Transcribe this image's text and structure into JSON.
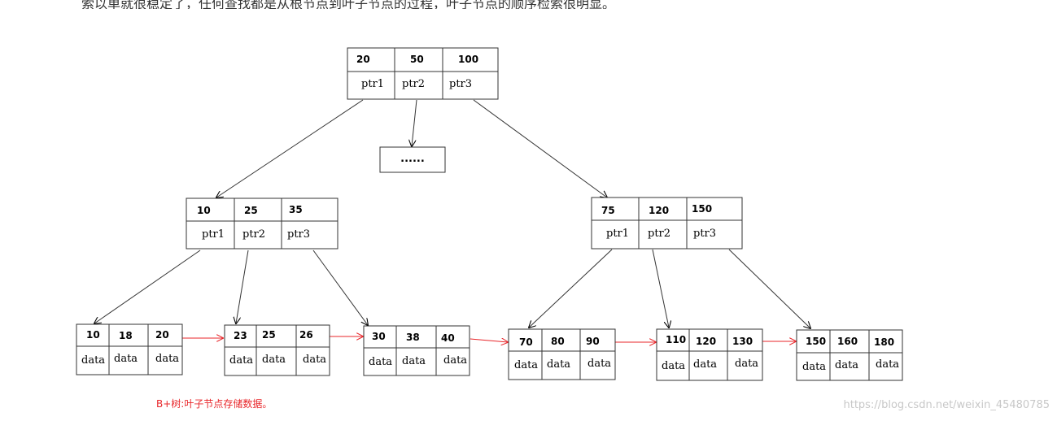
{
  "top_text": "索以单就很稳定了，任何查找都是从根节点到叶子节点的过程，叶子节点的顺序检索很明显。",
  "root": {
    "keys": [
      "20",
      "50",
      "100"
    ],
    "ptrs": [
      "ptr1",
      "ptr2",
      "ptr3"
    ]
  },
  "middle": {
    "text": "......"
  },
  "left_internal": {
    "keys": [
      "10",
      "25",
      "35"
    ],
    "ptrs": [
      "ptr1",
      "ptr2",
      "ptr3"
    ]
  },
  "right_internal": {
    "keys": [
      "75",
      "120",
      "150"
    ],
    "ptrs": [
      "ptr1",
      "ptr2",
      "ptr3"
    ]
  },
  "leaves": [
    {
      "keys": [
        "10",
        "18",
        "20"
      ],
      "data": [
        "data",
        "data",
        "data"
      ]
    },
    {
      "keys": [
        "23",
        "25",
        "26"
      ],
      "data": [
        "data",
        "data",
        "data"
      ]
    },
    {
      "keys": [
        "30",
        "38",
        "40"
      ],
      "data": [
        "data",
        "data",
        "data"
      ]
    },
    {
      "keys": [
        "70",
        "80",
        "90"
      ],
      "data": [
        "data",
        "data",
        "data"
      ]
    },
    {
      "keys": [
        "110",
        "120",
        "130"
      ],
      "data": [
        "data",
        "data",
        "data"
      ]
    },
    {
      "keys": [
        "150",
        "160",
        "180"
      ],
      "data": [
        "data",
        "data",
        "data"
      ]
    }
  ],
  "caption": "B+树:叶子节点存储数据。",
  "watermark": "https://blog.csdn.net/weixin_45480785",
  "colors": {
    "line": "#000000",
    "leaf_link": "#e8262a",
    "caption": "#e8262a",
    "watermark": "#c8c8c8"
  }
}
